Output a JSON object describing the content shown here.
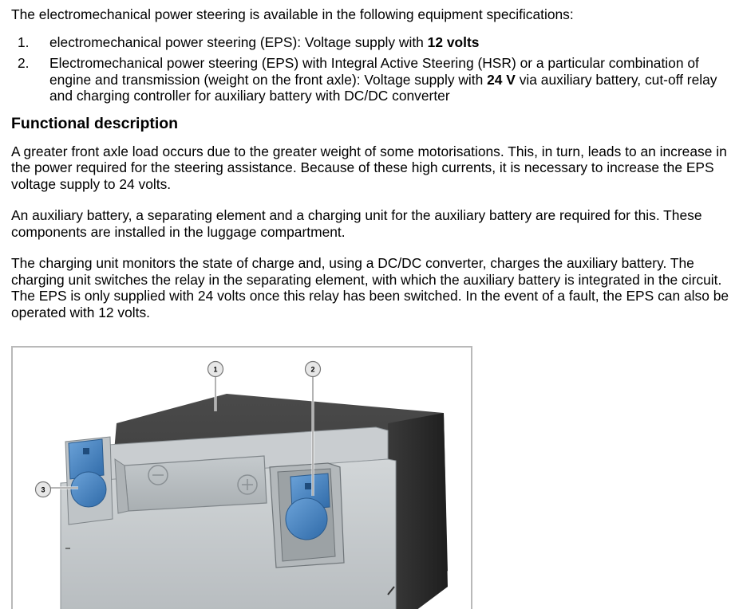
{
  "intro": "The electromechanical power steering is available in the following equipment specifications:",
  "specs": [
    {
      "num": "1.",
      "pre": "electromechanical power steering (EPS): Voltage supply with ",
      "bold": "12 volts",
      "post": ""
    },
    {
      "num": "2.",
      "pre": "Electromechanical power steering (EPS) with Integral Active Steering (HSR) or a particular combination of engine and transmission (weight on the front axle): Voltage supply with ",
      "bold": "24 V",
      "post": " via auxiliary battery, cut-off relay and charging controller for auxiliary battery with DC/DC converter"
    }
  ],
  "heading": "Functional description",
  "paragraphs": [
    "A greater front axle load occurs due to the greater weight of some motorisations. This, in turn, leads to an increase in the power required for the steering assistance. Because of these high currents, it is necessary to increase the EPS voltage supply to 24 volts.",
    "An auxiliary battery, a separating element and a charging unit for the auxiliary battery are required for this. These components are installed in the luggage compartment.",
    "The charging unit monitors the state of charge and, using a DC/DC converter, charges the auxiliary battery. The charging unit switches the relay in the separating element, with which the auxiliary battery is integrated in the circuit. The EPS is only supplied with 24 volts once this relay has been switched. In the event of a fault, the EPS can also be operated with 12 volts."
  ],
  "figure": {
    "callouts": [
      "1",
      "2",
      "3"
    ],
    "terminal_color": "#4a86c5"
  }
}
